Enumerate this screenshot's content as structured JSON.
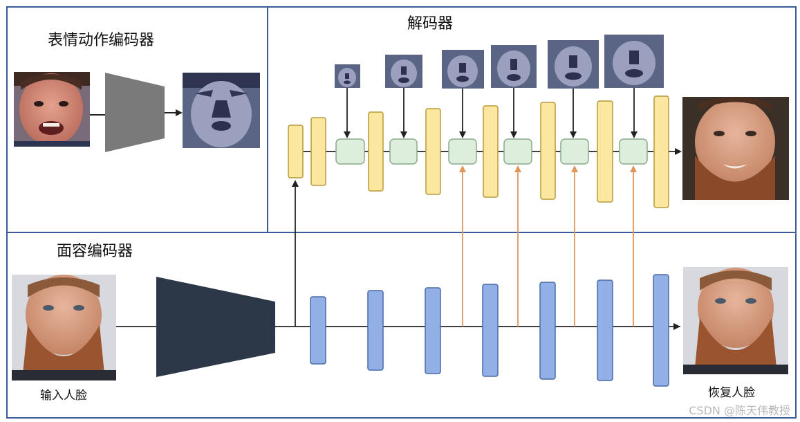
{
  "panels": {
    "expression_encoder": {
      "title": "表情动作编码器"
    },
    "decoder": {
      "title": "解码器"
    },
    "face_encoder": {
      "title": "面容编码器"
    }
  },
  "captions": {
    "input_face": "输入人脸",
    "restored_face": "恢复人脸"
  },
  "watermark": "CSDN @陈天伟教授",
  "colors": {
    "frame": "#3b5a9a",
    "decoder_block": "#fbe7a0",
    "decoder_block_border": "#b89a3a",
    "encoder_block": "#93b0e6",
    "encoder_block_border": "#4a6aa8",
    "fusion_node": "#ddeedd",
    "fusion_node_border": "#8aaa8a",
    "skip_arrow": "#e0955a",
    "trapezoid_expression": "#7a7a7a",
    "trapezoid_face": "#2c3748",
    "line": "#222222"
  }
}
